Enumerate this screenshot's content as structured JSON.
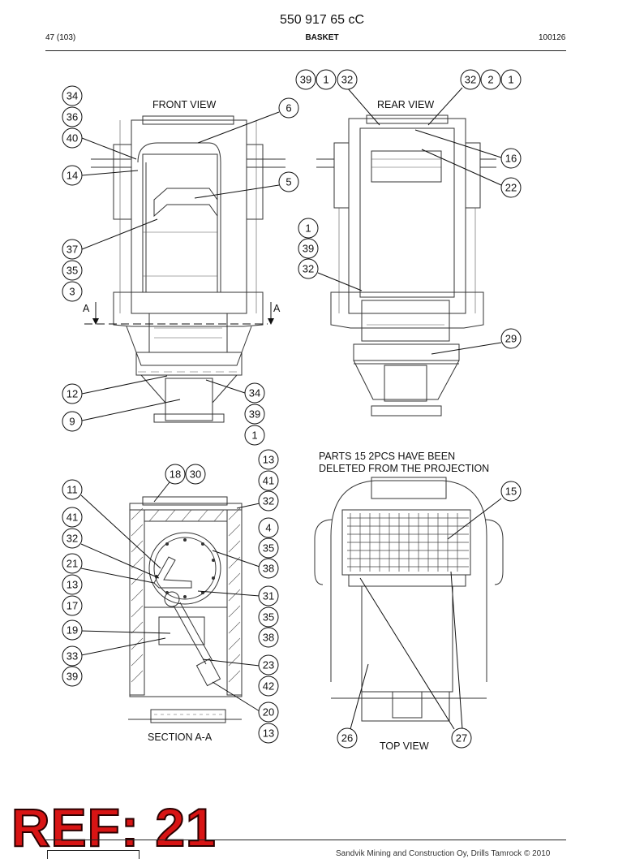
{
  "header": {
    "doc_number": "550 917 65 cC",
    "page": "47 (103)",
    "section": "BASKET",
    "date_code": "100126"
  },
  "views": {
    "front": "FRONT VIEW",
    "rear": "REAR VIEW",
    "section": "SECTION A-A",
    "top": "TOP VIEW",
    "cut_left": "A",
    "cut_right": "A"
  },
  "note": {
    "line1": "PARTS 15 2PCS HAVE BEEN",
    "line2": "DELETED FROM THE PROJECTION"
  },
  "callouts": {
    "front": [
      "34",
      "36",
      "40",
      "14",
      "37",
      "35",
      "3",
      "6",
      "5",
      "12",
      "9",
      "34",
      "39",
      "1"
    ],
    "rear_top": [
      "39",
      "1",
      "32",
      "32",
      "2",
      "1"
    ],
    "rear": [
      "16",
      "22",
      "1",
      "39",
      "32",
      "29"
    ],
    "section": [
      "18",
      "30",
      "11",
      "41",
      "32",
      "21",
      "13",
      "17",
      "19",
      "33",
      "39",
      "13",
      "41",
      "32",
      "4",
      "35",
      "38",
      "31",
      "35",
      "38",
      "23",
      "42",
      "20",
      "13"
    ],
    "top": [
      "15",
      "26",
      "27"
    ]
  },
  "ref_stamp": "REF: 21",
  "footer": "Sandvik Mining and Construction Oy, Drills Tamrock © 2010"
}
